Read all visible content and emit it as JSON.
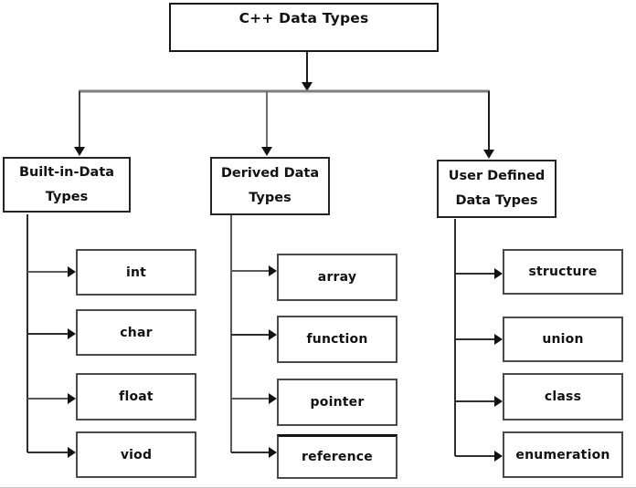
{
  "diagram": {
    "root": {
      "label": "C++ Data Types"
    },
    "branches": [
      {
        "label_line1": "Built-in-Data",
        "label_line2": "Types",
        "children": [
          "int",
          "char",
          "float",
          "viod"
        ]
      },
      {
        "label_line1": "Derived Data",
        "label_line2": "Types",
        "children": [
          "array",
          "function",
          "pointer",
          "reference"
        ]
      },
      {
        "label_line1": "User Defined",
        "label_line2": "Data Types",
        "children": [
          "structure",
          "union",
          "class",
          "enumeration"
        ]
      }
    ]
  },
  "colors": {
    "background": "#ffffff",
    "box_border": "#3c3c3c",
    "text": "#121212",
    "connector_line": "#4f4f4f",
    "connector_light": "#7e7e7e",
    "arrowhead": "#121212"
  }
}
